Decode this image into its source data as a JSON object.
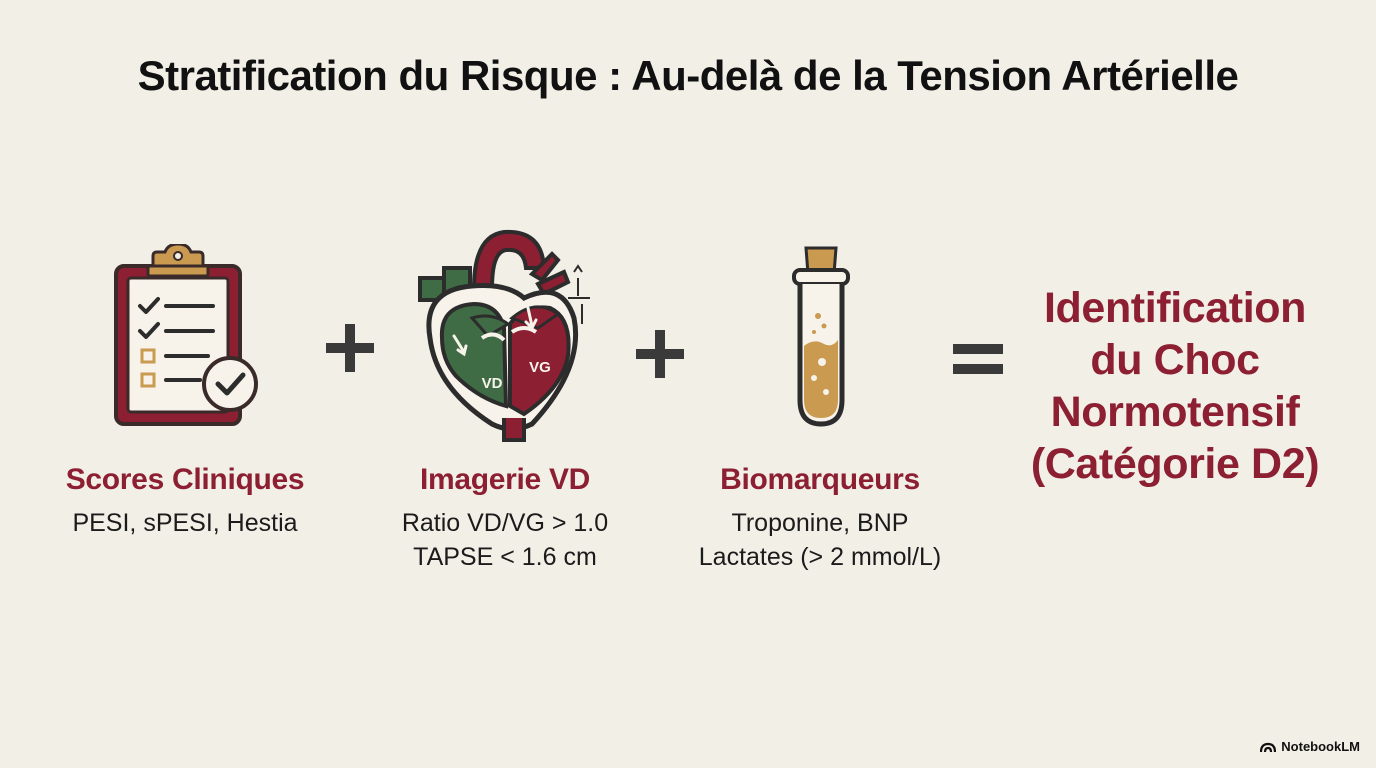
{
  "title": "Stratification du Risque : Au-delà de la Tension Artérielle",
  "colors": {
    "accent_red": "#8c1f32",
    "accent_green": "#3f6b45",
    "background": "#f2efe7",
    "tan": "#c99a4f"
  },
  "columns": [
    {
      "icon": "clipboard-checklist-icon",
      "heading": "Scores Cliniques",
      "lines": [
        "PESI, sPESI, Hestia"
      ]
    },
    {
      "icon": "heart-icon",
      "heading": "Imagerie VD",
      "lines": [
        "Ratio VD/VG > 1.0",
        "TAPSE < 1.6 cm"
      ],
      "heart_labels": {
        "right": "VD",
        "left": "VG"
      }
    },
    {
      "icon": "test-tube-icon",
      "heading": "Biomarqueurs",
      "lines": [
        "Troponine, BNP",
        "Lactates (> 2 mmol/L)"
      ]
    }
  ],
  "operators": [
    "+",
    "+",
    "="
  ],
  "result": {
    "lines": [
      "Identification",
      "du Choc",
      "Normotensif",
      "(Catégorie D2)"
    ]
  },
  "brand": "NotebookLM"
}
